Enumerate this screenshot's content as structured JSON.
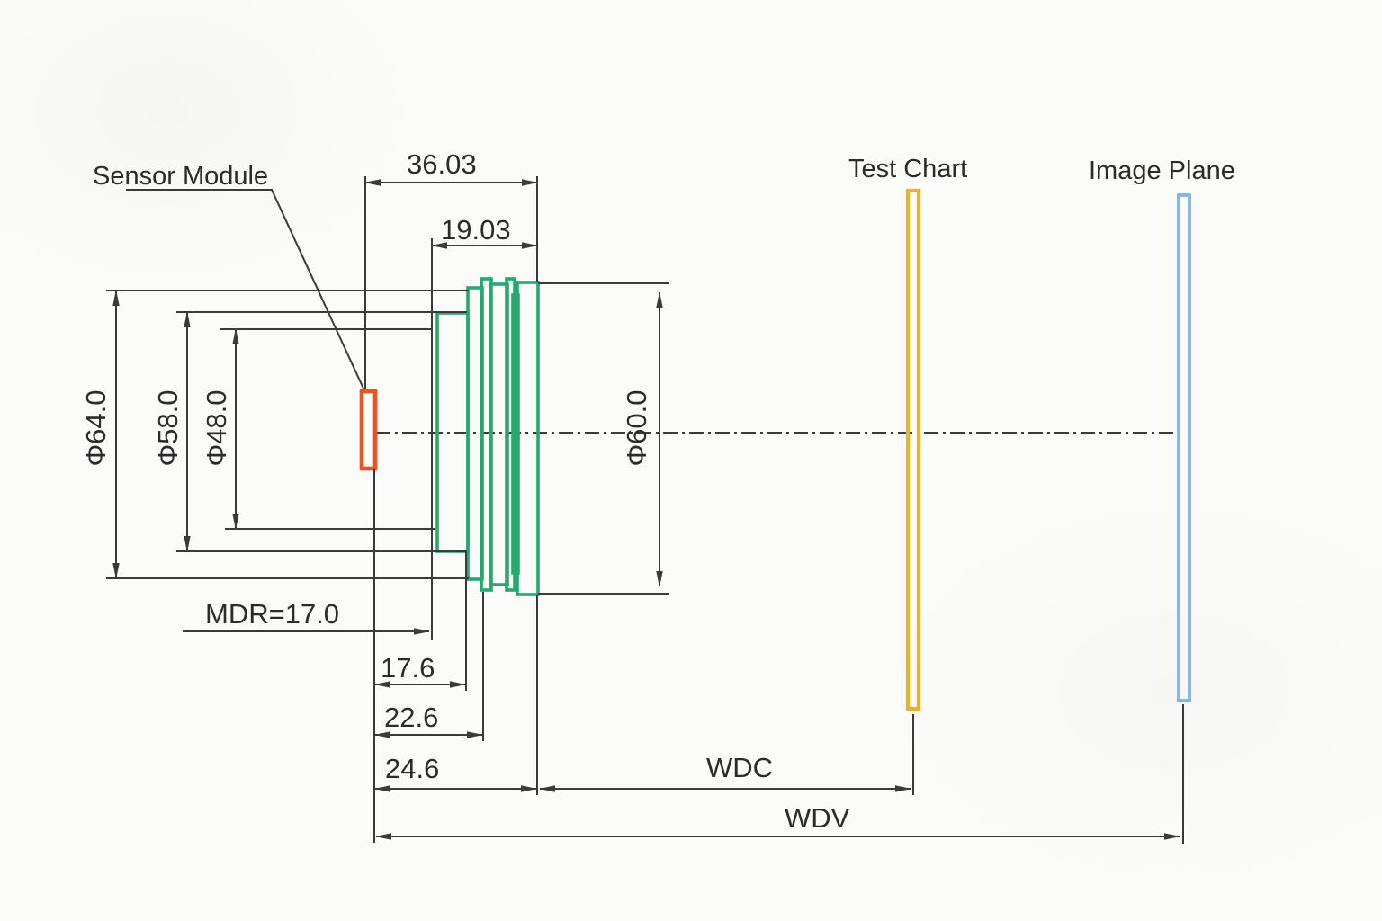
{
  "figure": {
    "sensor_module_label": "Sensor Module",
    "test_chart_label": "Test Chart",
    "image_plane_label": "Image Plane"
  },
  "dimensions": {
    "length_36": "36.03",
    "length_19": "19.03",
    "dia_64": "Φ64.0",
    "dia_58": "Φ58.0",
    "dia_48": "Φ48.0",
    "dia_60": "Φ60.0",
    "mdr": "MDR=17.0",
    "length_17_6": "17.6",
    "length_22_6": "22.6",
    "length_24_6": "24.6",
    "wdc": "WDC",
    "wdv": "WDV"
  },
  "colors": {
    "lens_outline": "#26a96e",
    "sensor_outline": "#ea5420",
    "test_chart_outline": "#f0b125",
    "image_plane_outline": "#82b4ea",
    "line": "#3a3a3a",
    "text": "#2b2b2b",
    "background": "#fbfbf9"
  }
}
